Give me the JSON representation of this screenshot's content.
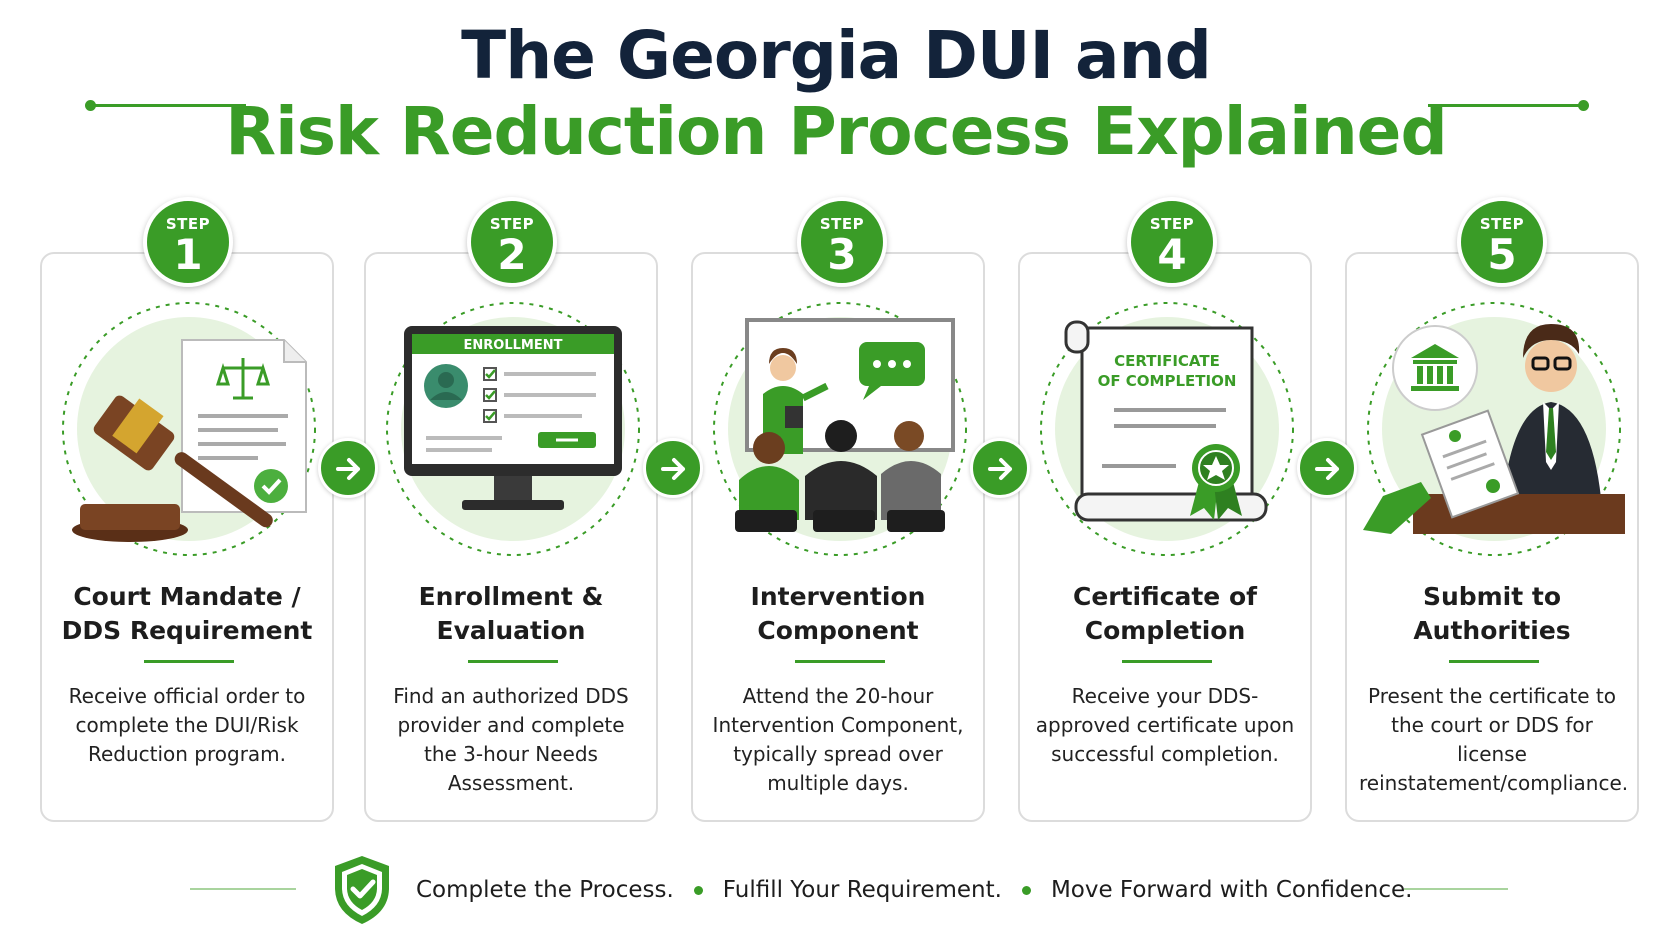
{
  "header": {
    "title_line1": "The Georgia DUI and",
    "title_line2": "Risk Reduction Process Explained"
  },
  "colors": {
    "brand_green": "#3a9c27",
    "title_navy": "#13233a",
    "light_green": "#e6f3df"
  },
  "steps": [
    {
      "step_label": "STEP",
      "number": "1",
      "title": "Court Mandate / DDS Requirement",
      "description": "Receive official order to complete the DUI/Risk Reduction program.",
      "icon": "gavel-document-icon"
    },
    {
      "step_label": "STEP",
      "number": "2",
      "title": "Enrollment & Evaluation",
      "description": "Find an authorized DDS provider and complete the 3-hour Needs Assessment.",
      "icon": "enrollment-monitor-icon",
      "screen_header": "ENROLLMENT"
    },
    {
      "step_label": "STEP",
      "number": "3",
      "title": "Intervention Component",
      "description": "Attend the 20-hour Intervention Component, typically spread over multiple days.",
      "icon": "classroom-icon"
    },
    {
      "step_label": "STEP",
      "number": "4",
      "title": "Certificate of Completion",
      "description": "Receive your DDS-approved certificate upon successful completion.",
      "icon": "certificate-scroll-icon",
      "certificate_text_1": "CERTIFICATE",
      "certificate_text_2": "OF COMPLETION"
    },
    {
      "step_label": "STEP",
      "number": "5",
      "title": "Submit to Authorities",
      "description": "Present the certificate to the court or DDS for license reinstatement/compliance.",
      "icon": "official-building-icon"
    }
  ],
  "footer": {
    "items": [
      "Complete the Process.",
      "Fulfill Your Requirement.",
      "Move Forward with Confidence."
    ],
    "icon": "shield-check-icon"
  }
}
